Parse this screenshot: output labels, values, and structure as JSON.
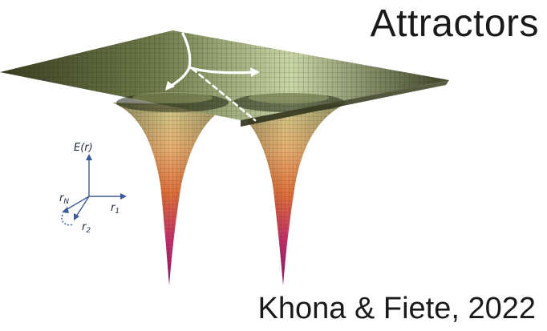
{
  "title": "Attractors",
  "citation": "Khona & Fiete, 2022",
  "axes": {
    "vertical": "E(r)",
    "r1": "r",
    "r1_sub": "1",
    "r2": "r",
    "r2_sub": "2",
    "rN": "r",
    "rN_sub": "N"
  }
}
